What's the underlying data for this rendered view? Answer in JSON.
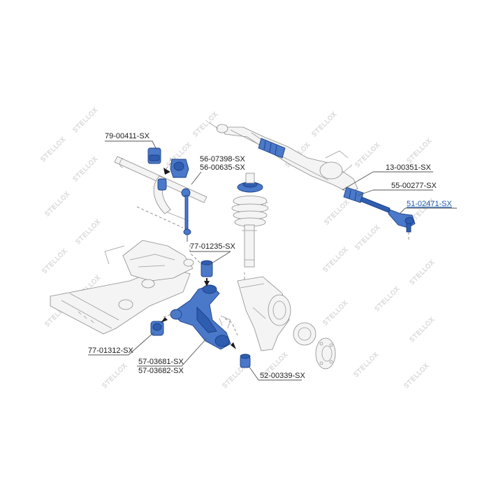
{
  "watermark": {
    "brand": "STELLOX"
  },
  "labels": [
    {
      "id": "p1",
      "text": "79-00411-SX"
    },
    {
      "id": "p2a",
      "text": "56-07398-SX"
    },
    {
      "id": "p2b",
      "text": "56-00635-SX"
    },
    {
      "id": "p3",
      "text": "13-00351-SX"
    },
    {
      "id": "p4",
      "text": "55-00277-SX"
    },
    {
      "id": "p5",
      "text": "51-02471-SX"
    },
    {
      "id": "p6",
      "text": "77-01235-SX"
    },
    {
      "id": "p7",
      "text": "77-01312-SX"
    },
    {
      "id": "p8a",
      "text": "57-03681-SX"
    },
    {
      "id": "p8b",
      "text": "57-03682-SX"
    },
    {
      "id": "p9",
      "text": "52-00339-SX"
    }
  ],
  "colors": {
    "highlight": "#4a79c9",
    "highlight_dark": "#2f5db0",
    "link": "#1f5aa8",
    "ghost_stroke": "#8c8c8c",
    "watermark": "#d6d6d6"
  }
}
